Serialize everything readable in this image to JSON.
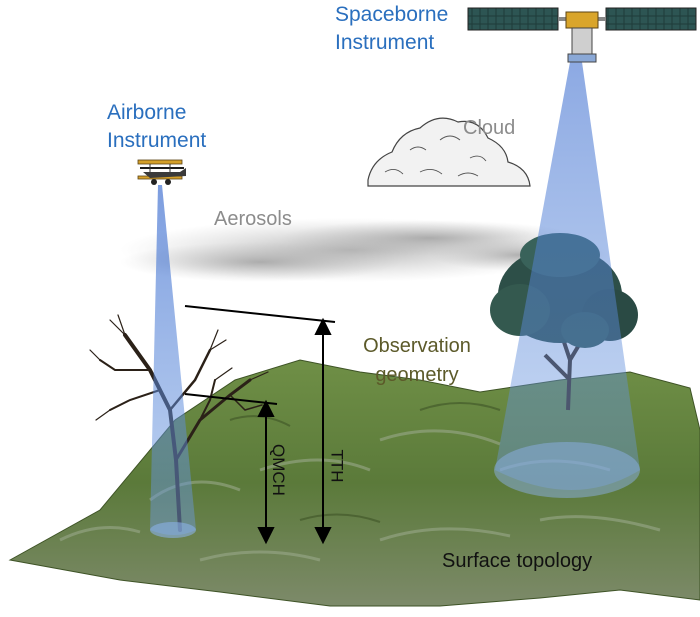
{
  "labels": {
    "spaceborne_line1": "Spaceborne",
    "spaceborne_line2": "Instrument",
    "airborne_line1": "Airborne",
    "airborne_line2": "Instrument",
    "cloud": "Cloud",
    "aerosols": "Aerosols",
    "observation_line1": "Observation",
    "observation_line2": "geometry",
    "qmch": "QMCH",
    "tth": "TTH",
    "surface": "Surface topology"
  },
  "colors": {
    "label_blue": "#2a6fbe",
    "label_gray": "#8c8c8c",
    "label_olive": "#5c5a2a",
    "terrain": "#5e7f3a",
    "beam": "#6e9be0"
  },
  "icons": [
    "satellite-icon",
    "airplane-icon",
    "cloud-icon",
    "tree-icon",
    "bare-tree-icon"
  ]
}
